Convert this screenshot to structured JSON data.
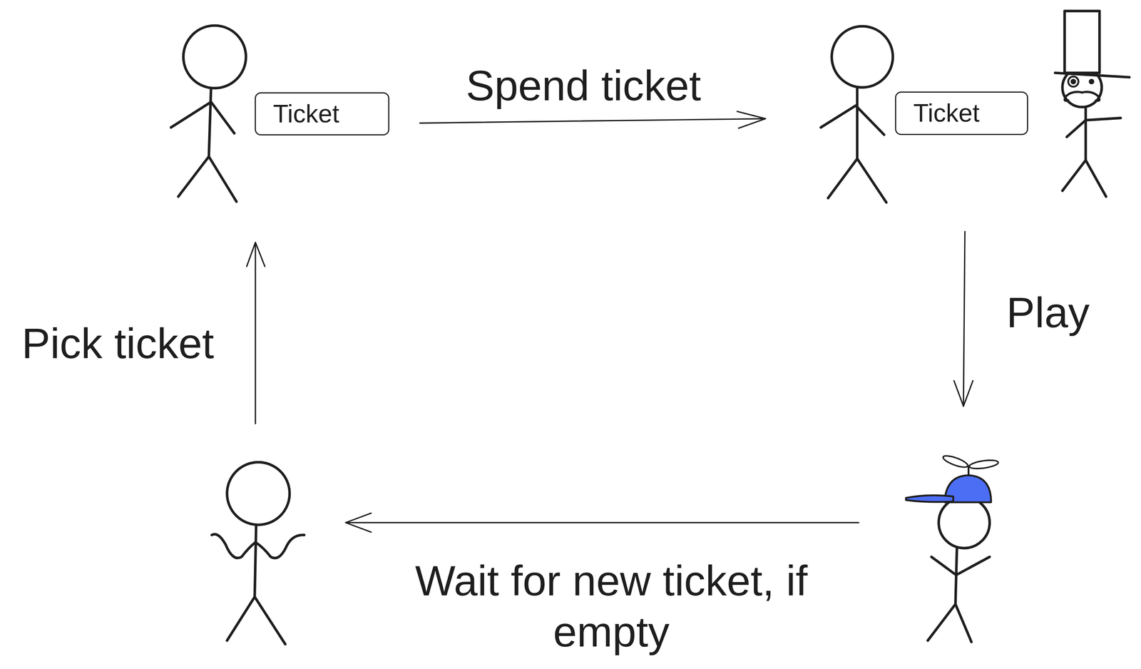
{
  "diagram": {
    "nodes": [
      {
        "text": [
          "Ticket"
        ]
      },
      {
        "text": [
          "Ticket"
        ]
      }
    ],
    "labels": [
      "Spend ticket",
      "Play",
      "Wait for new ticket, if empty",
      "Pick ticket"
    ]
  }
}
